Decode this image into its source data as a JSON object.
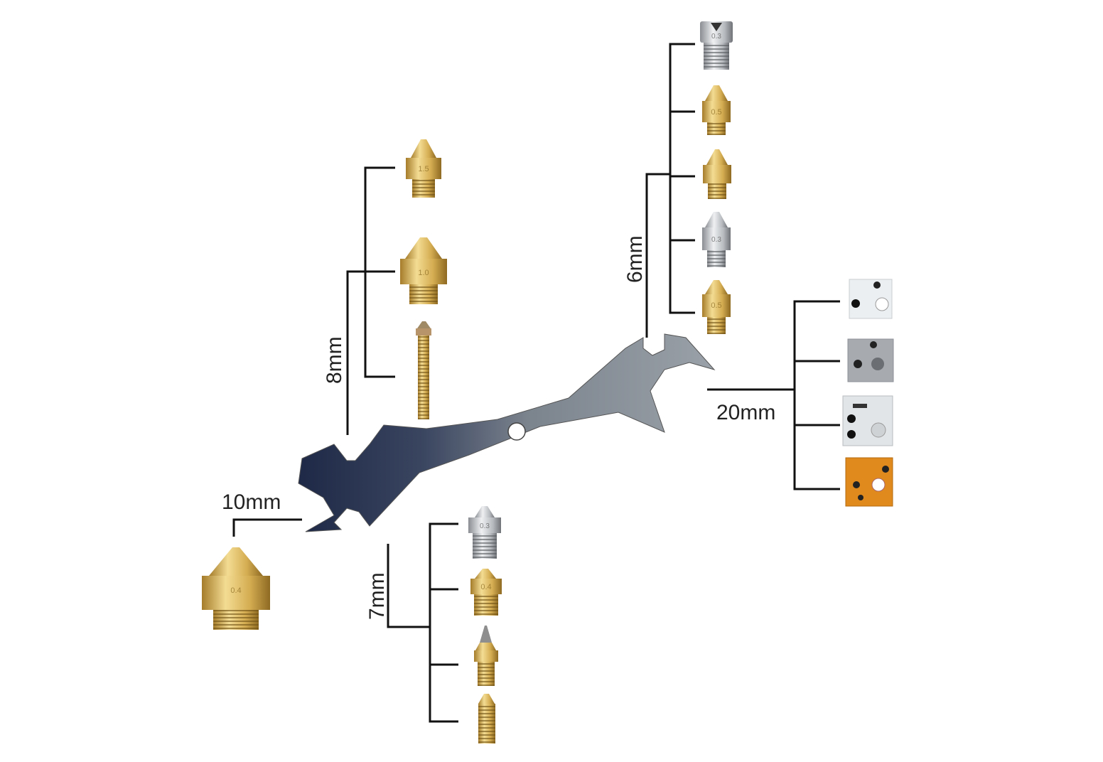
{
  "labels": {
    "size_10": "10mm",
    "size_8": "8mm",
    "size_7": "7mm",
    "size_6": "6mm",
    "size_20": "20mm"
  },
  "nozzles": {
    "big_04": "0.4",
    "n8_15": "1.5",
    "n8_10": "1.0",
    "n6_a": "0.3",
    "n6_b": "0.5",
    "n6_d": "0.3",
    "n6_e": "0.5",
    "n7_a": "0.3",
    "n7_b": "0.4"
  },
  "colors": {
    "brass": "#d9b45a",
    "steel": "#b9bcc0",
    "heater_orange": "#e08a1e",
    "wrench_dark": "#2a3550",
    "wrench_steel": "#7f8790",
    "lines": "#111111"
  }
}
